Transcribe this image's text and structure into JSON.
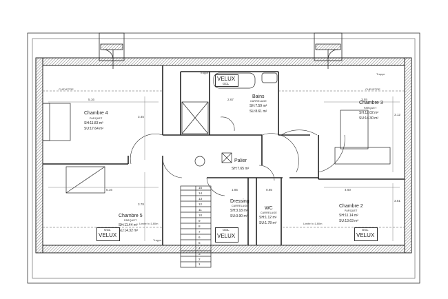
{
  "rooms": {
    "chambre4": {
      "name": "Chambre 4",
      "sub": "Parquet",
      "sh": "SH:11.83 m²",
      "su": "SU:17.64 m²"
    },
    "chambre3": {
      "name": "Chambre 3",
      "sub": "Parquet",
      "sh": "SH:12.02 m²",
      "su": "SU:14.30 m²"
    },
    "bains": {
      "name": "Bains",
      "sub": "Carrelage",
      "sh": "SH:7.59 m²",
      "su": "SU:8.61 m²"
    },
    "palier": {
      "name": "Palier",
      "sh": "SH:7.65 m²"
    },
    "dressing": {
      "name": "Dressing",
      "sub": "Carrelage",
      "sh": "SH:3.18 m²",
      "su": "SU:3.90 m²"
    },
    "wc": {
      "name": "WC",
      "sub": "Carrelage",
      "sh": "SH:1.12 m²",
      "su": "SU:1.78 m²"
    },
    "chambre5": {
      "name": "Chambre 5",
      "sub": "Parquet",
      "sh": "SH:11.44 m²",
      "su": "SU:14.32 m²"
    },
    "chambre2": {
      "name": "Chambre 2",
      "sub": "Parquet",
      "sh": "SH:11.14 m²",
      "su": "SU:13.63 m²"
    }
  },
  "velux": [
    {
      "small": "GCL",
      "big": "VELUX"
    },
    {
      "small": "GGL",
      "big": "VELUX"
    },
    {
      "small": "GGL",
      "big": "VELUX"
    },
    {
      "small": "GGL",
      "big": "VELUX"
    }
  ],
  "annotations": {
    "chevetre_left": "CHEVETRE",
    "chevetre_right": "CHEVETRE",
    "trappe_top": "Trappe",
    "trappe_bottom_left": "Trappe",
    "trappe_bottom_right": "Trappe",
    "limite_left": "Limite h=1.80m",
    "limite_right": "Limite h=1.80m"
  },
  "dimensions": {
    "d_516_top": "5.16",
    "d_345": "3.45",
    "d_267": "2.67",
    "d_355": "3.55",
    "d_312": "3.12",
    "d_516_mid": "5.16",
    "d_378": "3.78",
    "d_185": "1.85",
    "d_085": "0.85",
    "d_460": "4.60",
    "d_351": "3.51"
  },
  "stairs": {
    "steps": [
      "15",
      "14",
      "13",
      "12",
      "11",
      "10",
      "9",
      "8",
      "7",
      "6",
      "5",
      "4",
      "3",
      "2",
      "1"
    ]
  }
}
